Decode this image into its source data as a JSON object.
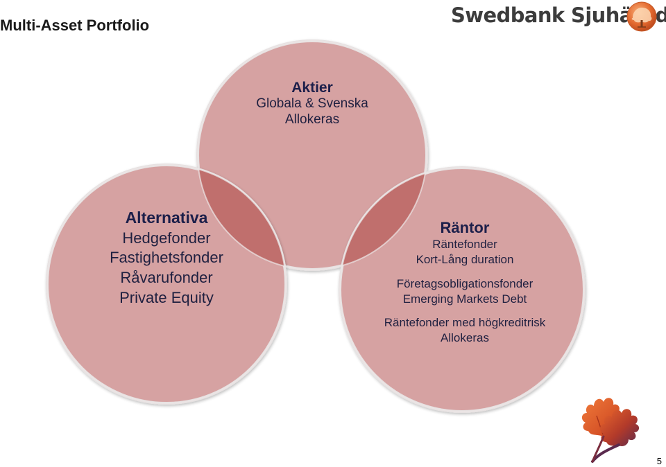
{
  "slide": {
    "title": "Multi-Asset Portfolio",
    "page_number": "5"
  },
  "logo": {
    "text": "Swedbank Sjuhärad"
  },
  "colors": {
    "circle_fill": "#d6a2a2",
    "overlap_fill": "#bf6e6c",
    "circle_edge": "#e2dede",
    "text_dark": "#1c1f4a",
    "leaf_orange": "#e2552a",
    "leaf_purple": "#5a2a4e"
  },
  "circles": {
    "aktier": {
      "heading": "Aktier",
      "lines": [
        "Globala & Svenska",
        "Allokeras"
      ]
    },
    "alternativa": {
      "heading": "Alternativa",
      "lines": [
        "Hedgefonder",
        "Fastighetsfonder",
        "Råvarufonder",
        "Private Equity"
      ]
    },
    "rantor": {
      "heading": "Räntor",
      "lines": [
        "Räntefonder",
        "Kort-Lång duration",
        "Företagsobligationsfonder",
        "Emerging Markets Debt",
        "Räntefonder med högkreditrisk",
        "Allokeras"
      ]
    }
  }
}
